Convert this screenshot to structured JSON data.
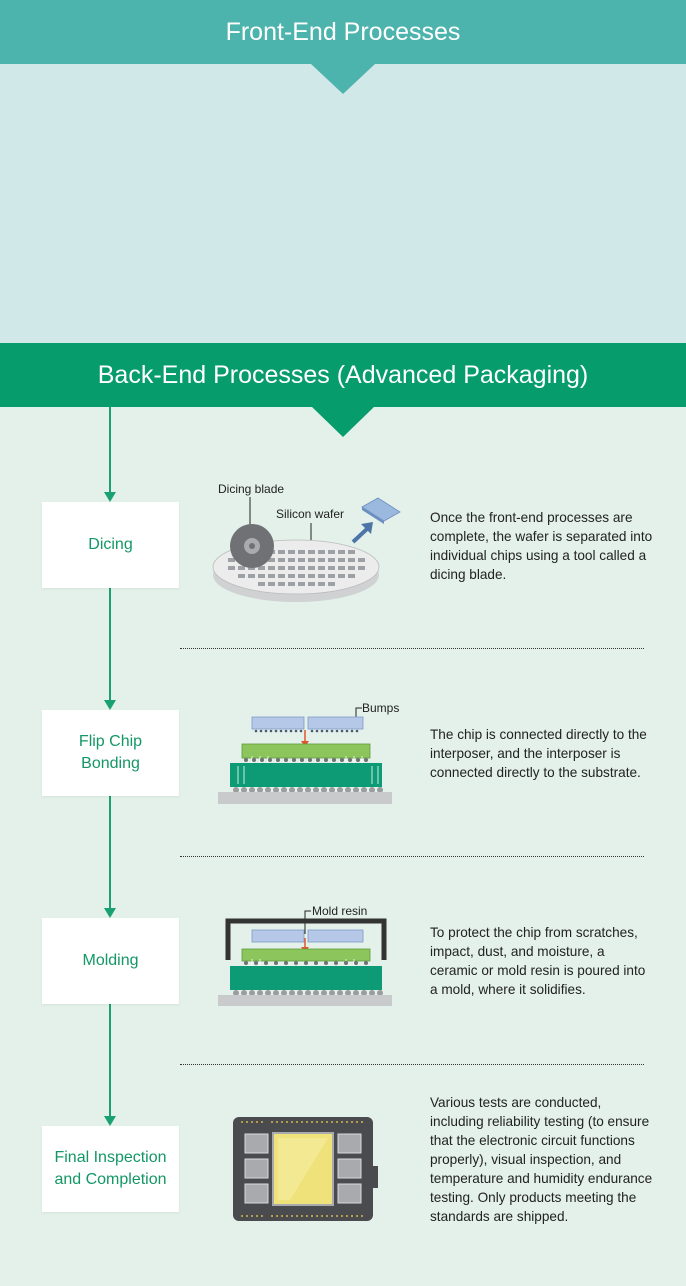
{
  "front_end": {
    "title": "Front-End Processes"
  },
  "back_end": {
    "title": "Back-End Processes (Advanced Packaging)"
  },
  "steps": [
    {
      "title": "Dicing",
      "labels": [
        "Dicing blade",
        "Silicon wafer"
      ],
      "description": "Once the front-end processes are complete, the wafer is separated into individual chips using a tool called a dicing blade."
    },
    {
      "title": "Flip Chip Bonding",
      "labels": [
        "Bumps"
      ],
      "description": "The chip is connected directly to the interposer, and the interposer is connected directly to the substrate."
    },
    {
      "title": "Molding",
      "labels": [
        "Mold resin"
      ],
      "description": "To protect the chip from scratches, impact, dust, and moisture, a ceramic or mold resin is poured into a mold, where it solidifies."
    },
    {
      "title": "Final Inspection and Completion",
      "labels": [],
      "description": "Various tests are conducted, including reliability testing (to ensure that the electronic circuit functions properly), visual inspection, and temperature and humidity endurance testing. Only products meeting the standards are shipped."
    }
  ],
  "colors": {
    "front_end": "#4db3ad",
    "front_body": "#d1e8e9",
    "back_end": "#079c6c",
    "back_body": "#e3f1ea",
    "step_text": "#139766"
  }
}
